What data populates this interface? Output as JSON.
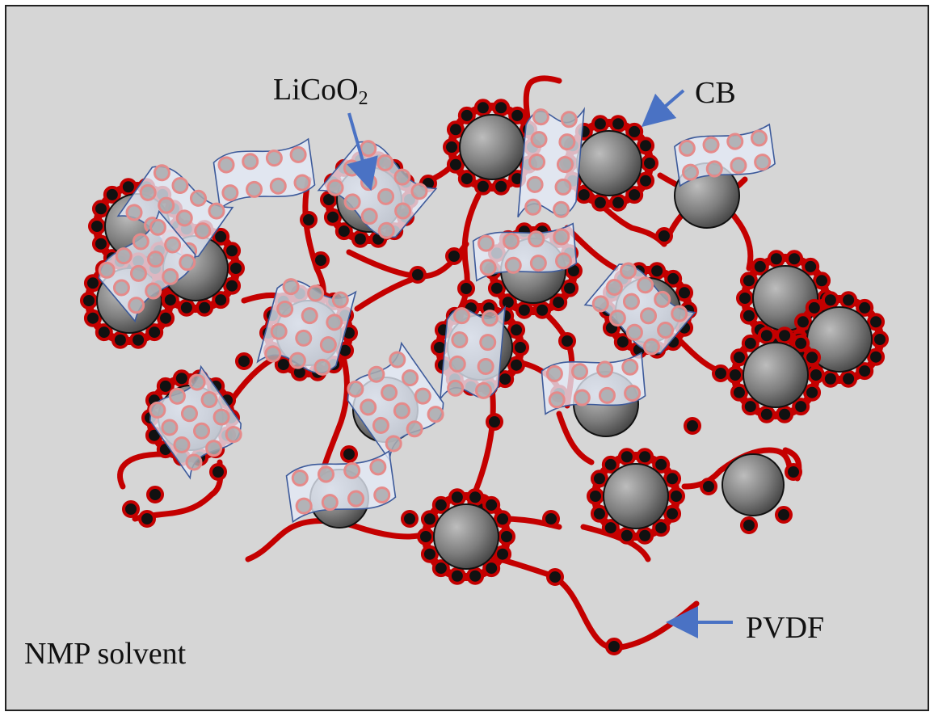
{
  "labels": {
    "licoo2_main": "LiCoO",
    "licoo2_sub": "2",
    "cb": "CB",
    "pvdf": "PVDF",
    "solvent": "NMP solvent"
  },
  "colors": {
    "background": "#d6d6d6",
    "pvdf_binder": "#c40000",
    "cb_particle": "#111111",
    "licoo2_sheet": "#dfe6f3",
    "active_particle": "#7f7f7f",
    "arrow": "#4a72c4"
  }
}
